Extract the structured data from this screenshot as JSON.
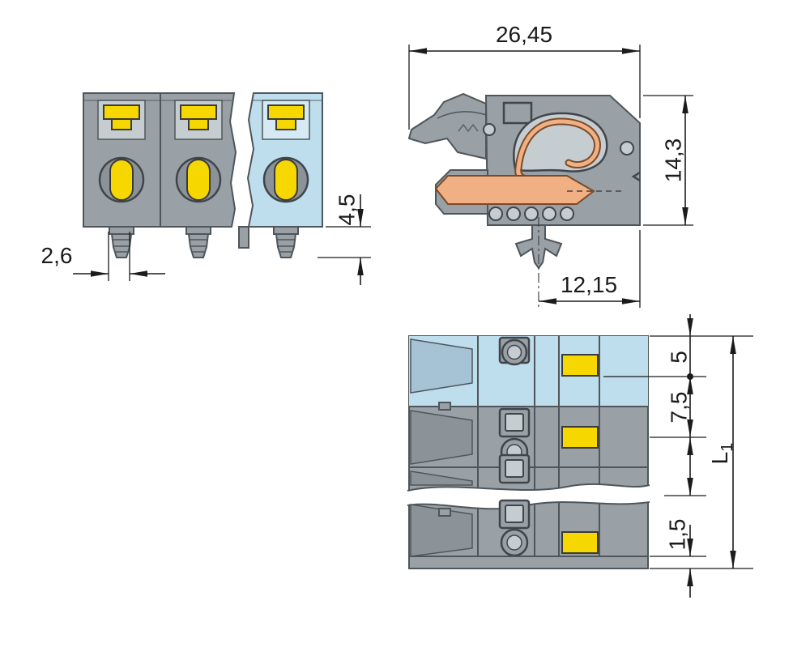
{
  "drawing": {
    "background": "#ffffff",
    "dims": {
      "pin_offset": "2,6",
      "pin_length": "4,5",
      "overall_width": "26,45",
      "overall_height": "14,3",
      "foot_to_edge": "12,15",
      "first_pole_offset": "5",
      "pole_pitch": "7,5",
      "end_offset": "1,5",
      "total_length_main": "L",
      "total_length_sub": "1"
    },
    "colors": {
      "body_gray": "#9aa1a6",
      "body_dark": "#8b9398",
      "body_light": "#c6cdd1",
      "outline_gray": "#4e565b",
      "detail_dark": "#3f454a",
      "highlight_blue": "#bedded",
      "highlight_blue_light": "#d6eaf5",
      "blue_dark": "#a5c3d4",
      "clamp_yellow": "#f6d700",
      "yellow_outline": "#3a3a3a",
      "copper_orange": "#f0b083",
      "copper_outline": "#7a4a28",
      "line_black": "#1b1b1b"
    }
  }
}
